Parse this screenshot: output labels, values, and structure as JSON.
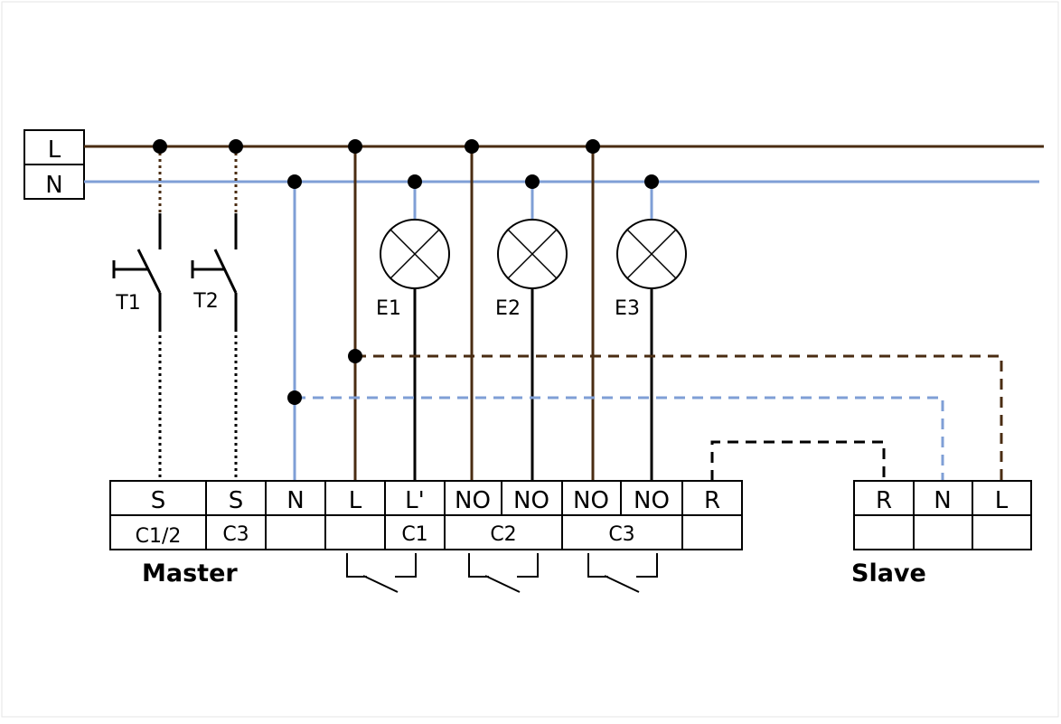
{
  "colors": {
    "phase": "#4a2c12",
    "neutral": "#7f9fd6",
    "black": "#000000"
  },
  "supply": {
    "line_label": "L",
    "neutral_label": "N"
  },
  "switches": {
    "t1": "T1",
    "t2": "T2"
  },
  "lamps": {
    "e1": "E1",
    "e2": "E2",
    "e3": "E3"
  },
  "master": {
    "title": "Master",
    "terminals": [
      "S",
      "S",
      "N",
      "L",
      "L'",
      "NO",
      "NO",
      "NO",
      "NO",
      "R"
    ],
    "groups": [
      "C1/2",
      "C3",
      "C1",
      "C2",
      "C3"
    ]
  },
  "slave": {
    "title": "Slave",
    "terminals": [
      "R",
      "N",
      "L"
    ]
  }
}
